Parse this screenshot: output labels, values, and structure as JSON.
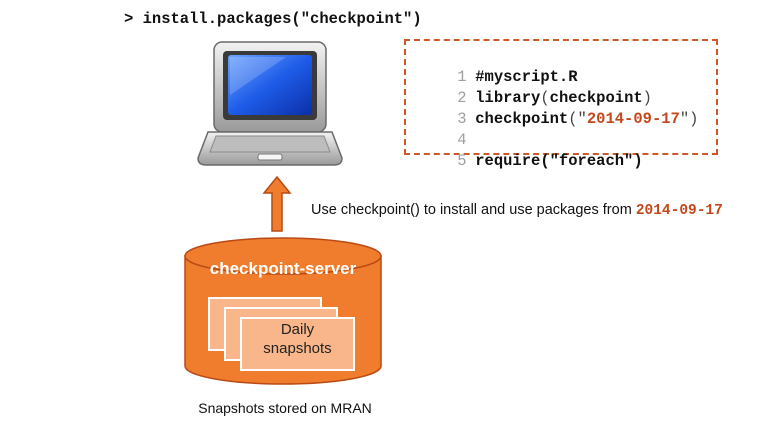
{
  "install_command": "> install.packages(\"checkpoint\")",
  "script": {
    "lines": [
      {
        "num": "1",
        "code": "#myscript.R"
      },
      {
        "num": "2",
        "fn": "library",
        "open": "(",
        "arg": "checkpoint",
        "close": ")"
      },
      {
        "num": "3",
        "fn": "checkpoint",
        "open": "(\"",
        "str": "2014-09-17",
        "close": "\")"
      },
      {
        "num": "4"
      },
      {
        "num": "5",
        "code": "require(\"foreach\")"
      }
    ]
  },
  "usage_text": "Use checkpoint() to install and use packages from ",
  "usage_date": "2014-09-17",
  "server": {
    "label": "checkpoint-server",
    "snapshot_label_line1": "Daily",
    "snapshot_label_line2": "snapshots"
  },
  "caption": "Snapshots stored on MRAN",
  "colors": {
    "accent": "#f07d2d",
    "accent_dark": "#c4471b",
    "snapshot_fill": "#f8b68a"
  },
  "icons": {
    "laptop": "laptop-icon",
    "arrow": "up-arrow-icon",
    "server": "database-cylinder-icon"
  }
}
